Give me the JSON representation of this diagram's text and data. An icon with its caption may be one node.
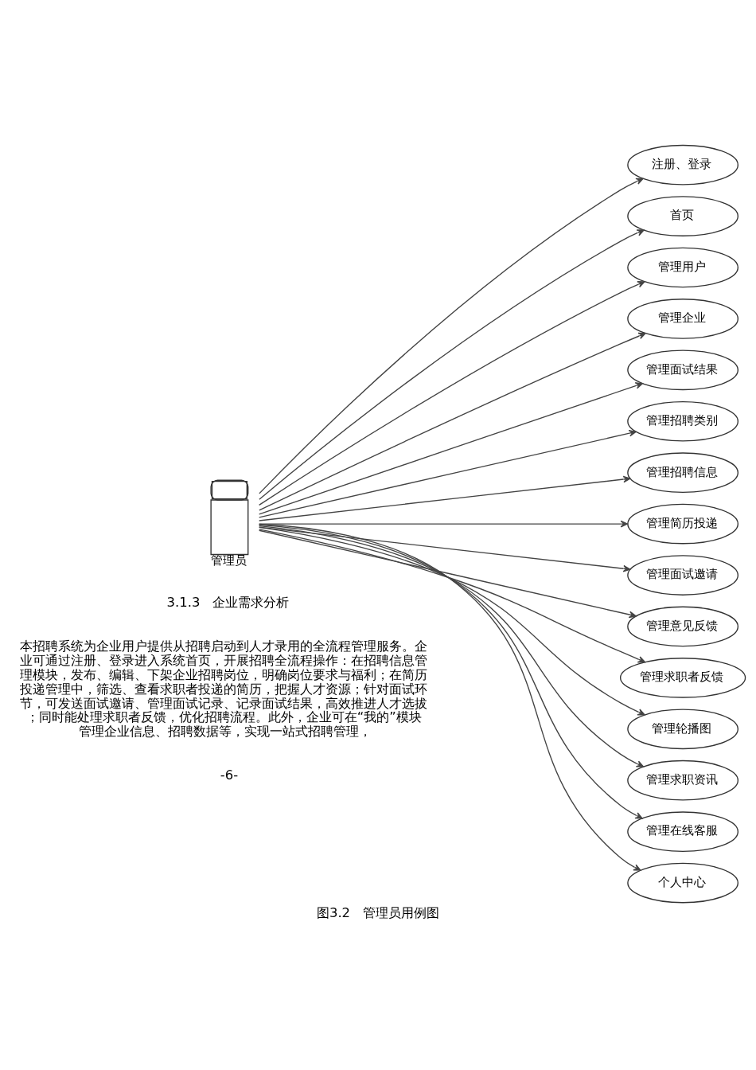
{
  "diagram": {
    "caption": "图3.2　管理员用例图",
    "nodes": [
      {
        "text": [
          "管理员"
        ]
      },
      {
        "text": [
          "注册、登录"
        ]
      },
      {
        "text": [
          "首页"
        ]
      },
      {
        "text": [
          "管理用户"
        ]
      },
      {
        "text": [
          "管理企业"
        ]
      },
      {
        "text": [
          "管理面试结果"
        ]
      },
      {
        "text": [
          "管理招聘类别"
        ]
      },
      {
        "text": [
          "管理招聘信息"
        ]
      },
      {
        "text": [
          "管理简历投递"
        ]
      },
      {
        "text": [
          "管理面试邀请"
        ]
      },
      {
        "text": [
          "管理意见反馈"
        ]
      },
      {
        "text": [
          "管理求职者反馈"
        ]
      },
      {
        "text": [
          "管理轮播图"
        ]
      },
      {
        "text": [
          "管理求职资讯"
        ]
      },
      {
        "text": [
          "管理在线客服"
        ]
      },
      {
        "text": [
          "个人中心"
        ]
      }
    ],
    "edges": [
      {
        "from": 0,
        "to": 1,
        "arrow": "to"
      },
      {
        "from": 0,
        "to": 2,
        "arrow": "to"
      },
      {
        "from": 0,
        "to": 3,
        "arrow": "to"
      },
      {
        "from": 0,
        "to": 4,
        "arrow": "to"
      },
      {
        "from": 0,
        "to": 5,
        "arrow": "to"
      },
      {
        "from": 0,
        "to": 6,
        "arrow": "to"
      },
      {
        "from": 0,
        "to": 7,
        "arrow": "to"
      },
      {
        "from": 0,
        "to": 8,
        "arrow": "to"
      },
      {
        "from": 0,
        "to": 9,
        "arrow": "to"
      },
      {
        "from": 0,
        "to": 10,
        "arrow": "to"
      },
      {
        "from": 0,
        "to": 11,
        "arrow": "to"
      },
      {
        "from": 0,
        "to": 12,
        "arrow": "to"
      },
      {
        "from": 0,
        "to": 13,
        "arrow": "to"
      },
      {
        "from": 0,
        "to": 14,
        "arrow": "to"
      },
      {
        "from": 0,
        "to": 15,
        "arrow": "to"
      }
    ],
    "labels": [
      "3.1.3　企业需求分析",
      "本招聘系统为企业用户提供从招聘启动到人才录用的全流程管理服务。企业可通过注册、登录进入系统首页，开展招聘全流程操作：在招聘信息管理模块，发布、编辑、下架企业招聘岗位，明确岗位要求与福利；在简历投递管理中，筛选、查看求职者投递的简历，把握人才资源；针对面试环节，可发送面试邀请、管理面试记录、记录面试结果，高效推进人才选拔；同时能处理求职者反馈，优化招聘流程。此外，企业可在“我的”模块管理企业信息、招聘数据等，实现一站式招聘管理，",
      "-6-"
    ]
  }
}
